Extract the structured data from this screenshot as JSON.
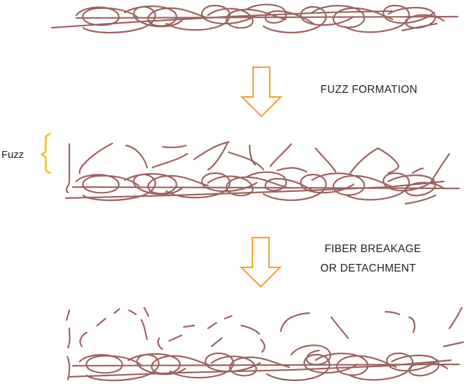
{
  "colors": {
    "fiber": "#9b625f",
    "arrow": "#f2a33a",
    "bracket": "#f5c217",
    "text": "#222222"
  },
  "stage1": {
    "name": "intact-fabric"
  },
  "arrow1": {
    "label": "FUZZ FORMATION"
  },
  "stage2": {
    "fuzz_label": "Fuzz"
  },
  "arrow2": {
    "label_line1": "FIBER BREAKAGE",
    "label_line2": "OR DETACHMENT"
  },
  "stage3": {
    "name": "pilled-fabric"
  }
}
